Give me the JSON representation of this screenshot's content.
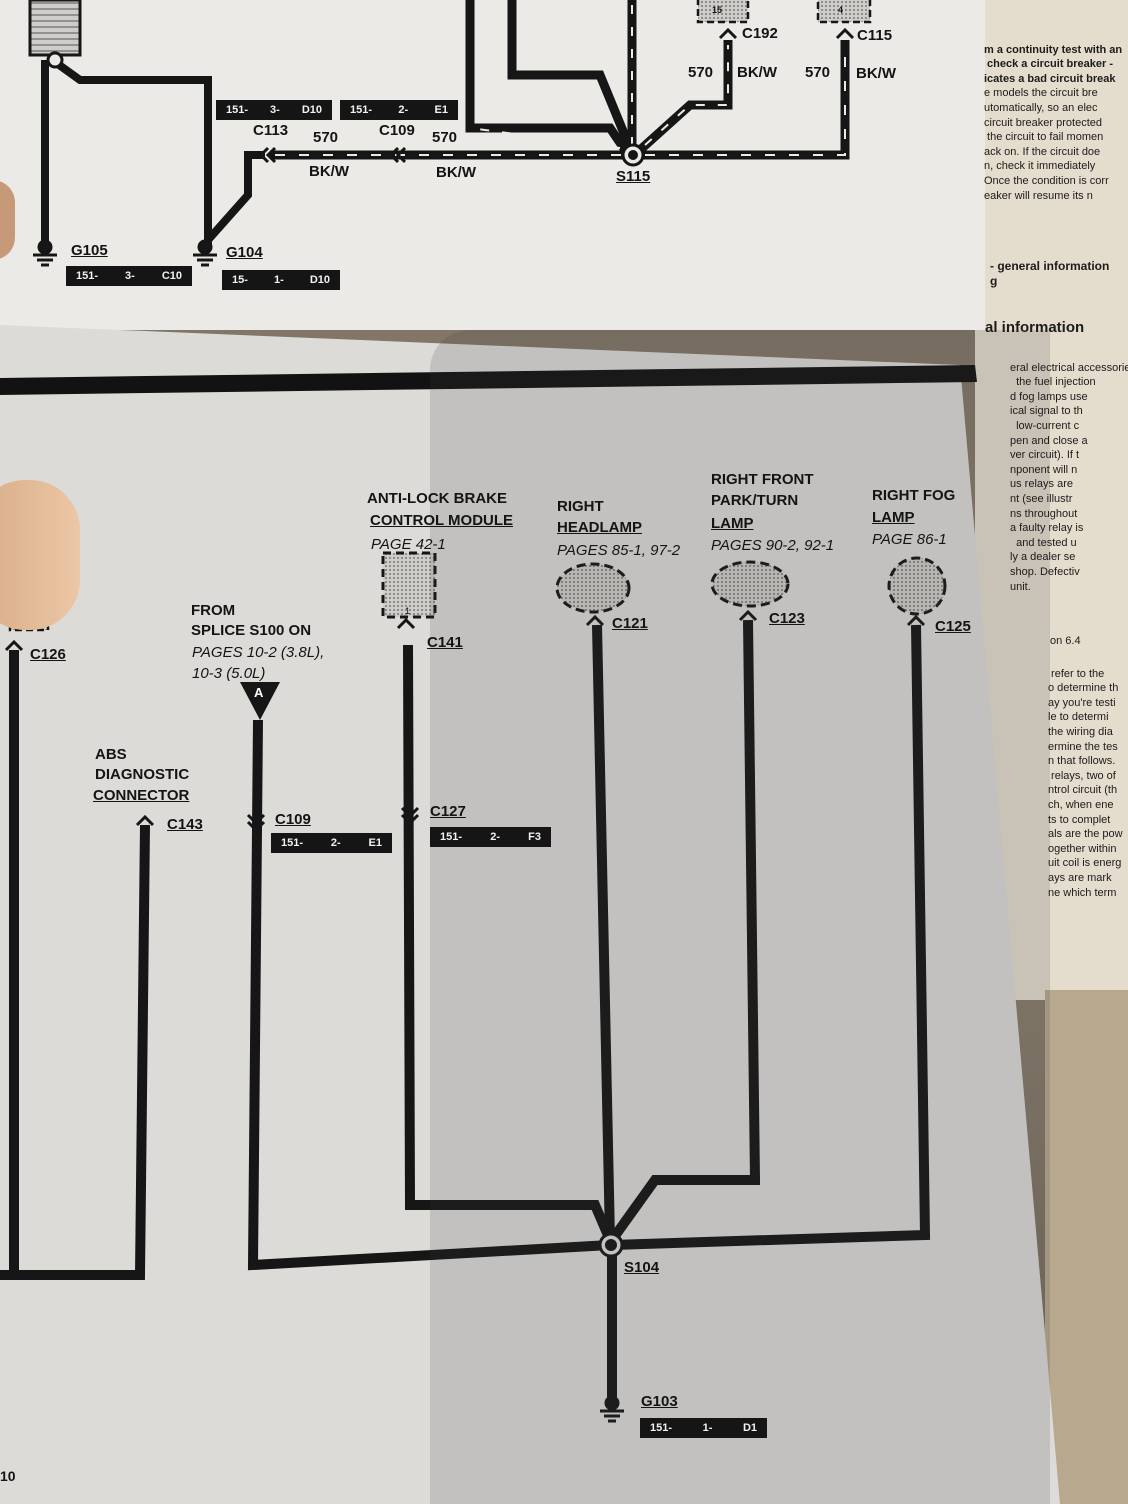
{
  "top_section": {
    "connectors": {
      "c192": "C192",
      "c115": "C115",
      "c113": "C113",
      "c109": "C109",
      "s115": "S115",
      "g105": "G105",
      "g104": "G104"
    },
    "pin_15": "15",
    "pin_4": "4",
    "wires": {
      "a_num": "570",
      "a_color": "BK/W",
      "b_num": "570",
      "b_color": "BK/W",
      "c_num": "570",
      "c_color": "BK/W",
      "d_num": "570",
      "d_color": "BK/W"
    },
    "ref_tags": [
      {
        "a": "151-",
        "b": "3-",
        "c": "D10"
      },
      {
        "a": "151-",
        "b": "2-",
        "c": "E1"
      },
      {
        "a": "151-",
        "b": "3-",
        "c": "C10"
      },
      {
        "a": "15-",
        "b": "1-",
        "c": "D10"
      }
    ]
  },
  "main_section": {
    "components": {
      "abs_module_line1": "ANTI-LOCK BRAKE",
      "abs_module_line2": "CONTROL MODULE",
      "abs_module_page": "PAGE 42-1",
      "abs_module_pin": "1",
      "headlamp_line1": "RIGHT",
      "headlamp_line2": "HEADLAMP",
      "headlamp_pages": "PAGES 85-1, 97-2",
      "park_line1": "RIGHT FRONT",
      "park_line2": "PARK/TURN",
      "park_line3": "LAMP",
      "park_pages": "PAGES 90-2, 92-1",
      "fog_line1": "RIGHT FOG",
      "fog_line2": "LAMP",
      "fog_page": "PAGE 86-1",
      "from_line1": "FROM",
      "from_line2": "SPLICE S100 ON",
      "from_line3": "PAGES 10-2 (3.8L),",
      "from_line4": "10-3 (5.0L)",
      "from_marker": "A",
      "diag_line1": "ABS",
      "diag_line2": "DIAGNOSTIC",
      "diag_line3": "CONNECTOR"
    },
    "connectors": {
      "c126": "C126",
      "c141": "C141",
      "c121": "C121",
      "c123": "C123",
      "c125": "C125",
      "c109": "C109",
      "c127": "C127",
      "c143": "C143",
      "s104": "S104",
      "g103": "G103"
    },
    "ref_tags": [
      {
        "a": "151-",
        "b": "2-",
        "c": "E1"
      },
      {
        "a": "151-",
        "b": "2-",
        "c": "F3"
      },
      {
        "a": "151-",
        "b": "1-",
        "c": "D1"
      }
    ],
    "page_number": "10"
  },
  "right_page_text": {
    "lines_top": [
      "m a continuity test with an",
      " check a circuit breaker -",
      "icates a bad circuit break",
      "",
      "e models the circuit bre",
      "utomatically, so an elec",
      "circuit breaker protected",
      " the circuit to fail momen",
      "ack on. If the circuit doe",
      "n, check it immediately",
      "Once the condition is corr",
      "eaker will resume its n"
    ],
    "heading_1": "- general information",
    "heading_1b": "g",
    "heading_2": "al information",
    "lines_mid": [
      "eral electrical accessorie",
      "  the fuel injection",
      "d fog lamps use",
      "ical signal to th",
      "  low-current c",
      "pen and close a",
      "ver circuit). If t",
      "nponent will n",
      "us relays are",
      "nt (see illustr",
      "ns throughout",
      "a faulty relay is",
      "  and tested u",
      "ly a dealer se",
      "shop. Defectiv",
      "unit."
    ],
    "section_ref": "on 6.4",
    "lines_bottom": [
      " refer to the",
      "o determine th",
      "ay you're testi",
      "le to determi",
      "the wiring dia",
      "ermine the tes",
      "n that follows.",
      " relays, two of",
      "ntrol circuit (th",
      "ch, when ene",
      "ts to complet",
      "als are the pow",
      "ogether within",
      "uit coil is energ",
      "ays are mark",
      "ne which term"
    ]
  },
  "colors": {
    "wire": "#161616",
    "page": "#dcdbd8",
    "top_page": "#ebeae6",
    "tag_bg": "#151515",
    "component_fill": "#b0adaa"
  }
}
